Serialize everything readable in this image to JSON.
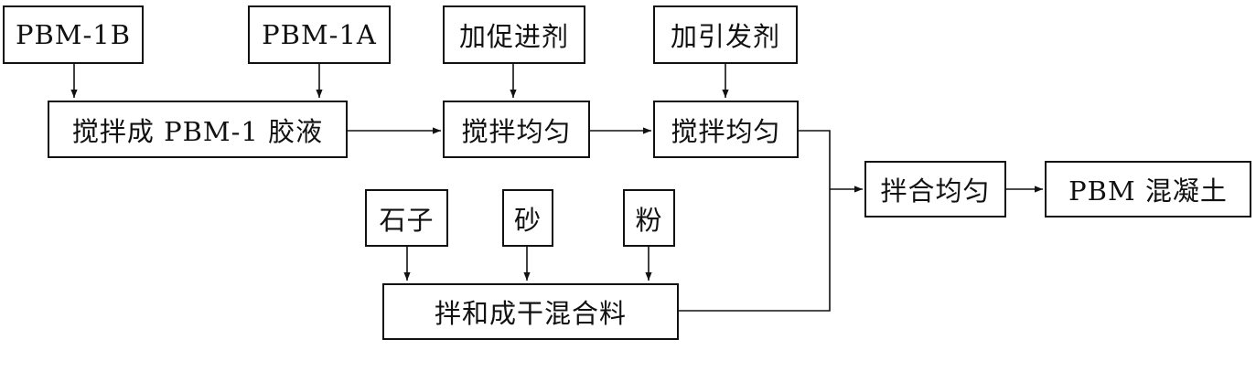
{
  "nodes": {
    "pbm_1b": "PBM-1B",
    "pbm_1a": "PBM-1A",
    "accelerator": "加促进剂",
    "initiator": "加引发剂",
    "stir_colloid": "搅拌成 PBM-1 胶液",
    "stir_even_1": "搅拌均匀",
    "stir_even_2": "搅拌均匀",
    "stone": "石子",
    "sand": "砂",
    "powder": "粉",
    "dry_mix": "拌和成干混合料",
    "blend_even": "拌合均匀",
    "pbm_concrete": "PBM 混凝土"
  },
  "colors": {
    "line": "#111111",
    "box_border": "#111111",
    "background": "#ffffff"
  }
}
